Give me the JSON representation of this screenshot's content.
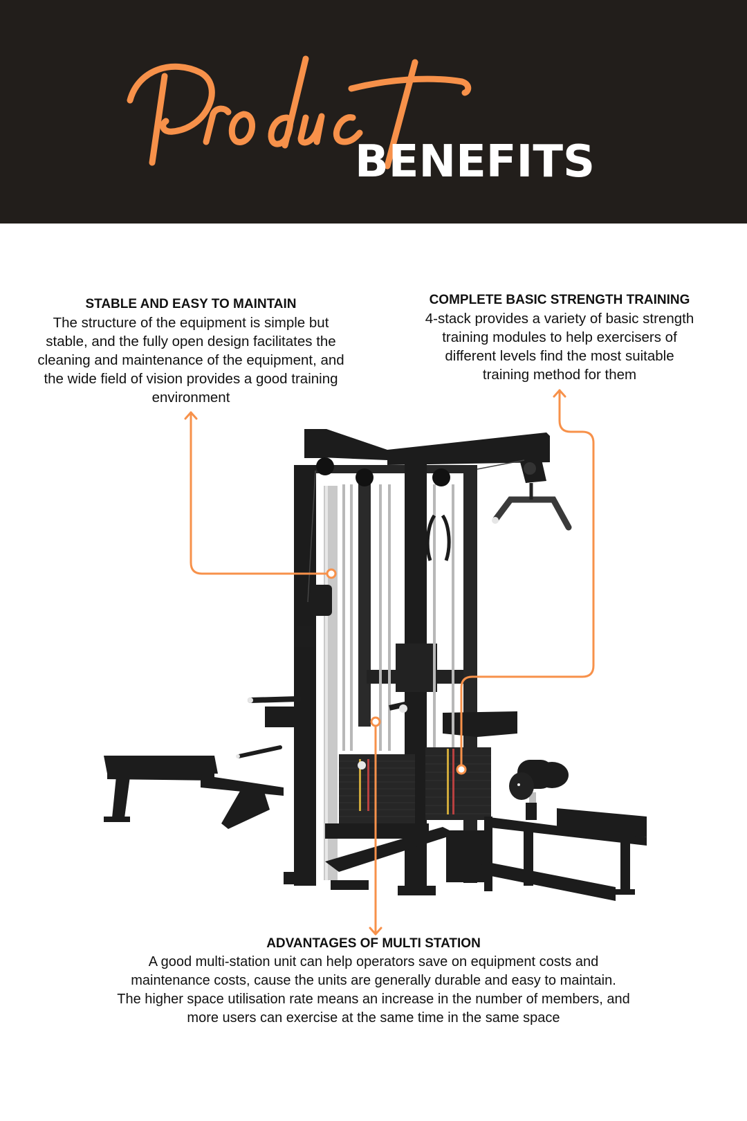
{
  "header": {
    "script_title": "Product",
    "bold_title": "BENEFITS",
    "background_color": "#221e1b",
    "accent_color": "#f7914a",
    "bold_title_color": "#ffffff"
  },
  "callouts": {
    "stable": {
      "title": "STABLE AND EASY TO MAINTAIN",
      "lines": [
        "The structure of the equipment is simple but",
        "stable, and the fully open design facilitates the",
        "cleaning and maintenance of the equipment, and",
        "the wide field of vision provides a good training",
        "environment"
      ]
    },
    "strength": {
      "title": "COMPLETE BASIC STRENGTH TRAINING",
      "lines": [
        "4-stack provides a variety of basic strength",
        "training modules to help exercisers of",
        "different levels find the most suitable",
        "training method for them"
      ]
    },
    "multi_station": {
      "title": "ADVANTAGES OF MULTI STATION",
      "lines": [
        "A good multi-station unit can help operators save on equipment costs and",
        "maintenance costs, cause the units are generally durable and easy to maintain.",
        "The higher space utilisation rate means an increase in the number of members, and",
        "more users can exercise at the same time in the same space"
      ]
    }
  },
  "product_image": {
    "subject": "4-stack multi-station gym machine",
    "frame_color": "#1a1a1a",
    "rail_color": "#c8c8c8"
  },
  "connectors": {
    "color": "#f7914a",
    "icons": [
      "arrow-up-icon",
      "arrow-up-icon",
      "arrow-down-icon"
    ]
  }
}
